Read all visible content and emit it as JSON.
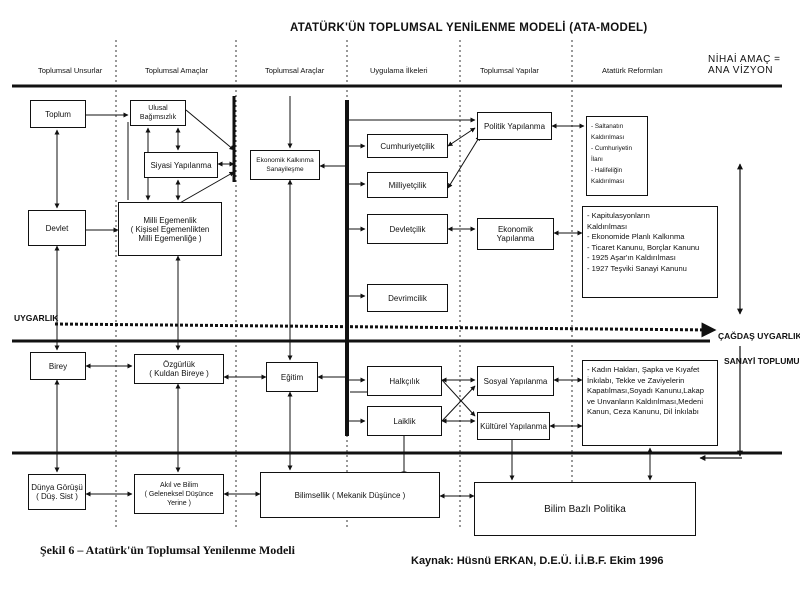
{
  "title": "ATATÜRK'ÜN TOPLUMSAL YENİLENME MODELİ (ATA-MODEL)",
  "columns": [
    "Toplumsal Unsurlar",
    "Toplumsal Amaçlar",
    "Toplumsal Araçlar",
    "Uygulama İlkeleri",
    "Toplumsal Yapılar",
    "Atatürk Reformları"
  ],
  "nihai": {
    "line1": "NİHAİ AMAÇ =",
    "line2": "ANA VİZYON"
  },
  "bands": {
    "uygarlik": "UYGARLIK",
    "cagdas": "ÇAĞDAŞ UYGARLIK",
    "sanayi": "SANAYİ TOPLUMU"
  },
  "unsurlar": {
    "toplum": "Toplum",
    "devlet": "Devlet",
    "birey": "Birey",
    "dunya": "Dünya Görüşü\n( Düş. Sist )"
  },
  "amaclar": {
    "ulusal": "Ulusal Bağımsızlık",
    "siyasi": "Siyasi Yapılanma",
    "milli": "Milli Egemenlik\n( Kişisel Egemenlikten\nMilli Egemenliğe )",
    "ozgurluk": "Özgürlük\n( Kuldan Bireye )",
    "akil": "Akıl ve Bilim\n( Geleneksel Düşünce\nYerine )"
  },
  "araclar": {
    "ekonomik": "Ekonomik Kalkınma\nSanayileşme",
    "egitim": "Eğitim",
    "bilimsellik": "Bilimsellik ( Mekanik Düşünce )"
  },
  "ilkeler": {
    "cumhuriyetcilik": "Cumhuriyetçilik",
    "milliyetcilik": "Milliyetçilik",
    "devletcilik": "Devletçilik",
    "devrimcilik": "Devrimcilik",
    "halkcilik": "Halkçılık",
    "laiklik": "Laiklik"
  },
  "yapilar": {
    "politik": "Politik Yapılanma",
    "ekonomik": "Ekonomik Yapılanma",
    "sosyal": "Sosyal Yapılanma",
    "kulturel": "Kültürel Yapılanma",
    "bilim": "Bilim Bazlı Politika"
  },
  "reformlar": {
    "politik": [
      "- Saltanatın",
      "  Kaldırılması",
      "- Cumhuriyetin",
      "  İlanı",
      "- Halifeliğin",
      "  Kaldırılması"
    ],
    "ekonomik": [
      "- Kapitulasyonların",
      "Kaldırılması",
      "- Ekonomide Planlı Kalkınma",
      "- Ticaret Kanunu, Borçlar Kanunu",
      "- 1925 Aşar'ın Kaldırılması",
      "- 1927 Teşviki Sanayi Kanunu"
    ],
    "sosyal": [
      "- Kadın Hakları, Şapka ve Kıyafet",
      "İnkılabı, Tekke ve Zaviyelerin",
      "Kapatılması,Soyadı Kanunu,Lakap",
      "ve Unvanların Kaldırılması,Medeni",
      "Kanun, Ceza Kanunu, Dil İnkılabı"
    ]
  },
  "caption": "Şekil 6 – Atatürk'ün Toplumsal Yenilenme Modeli",
  "source": "Kaynak: Hüsnü ERKAN, D.E.Ü. İ.İ.B.F. Ekim 1996"
}
